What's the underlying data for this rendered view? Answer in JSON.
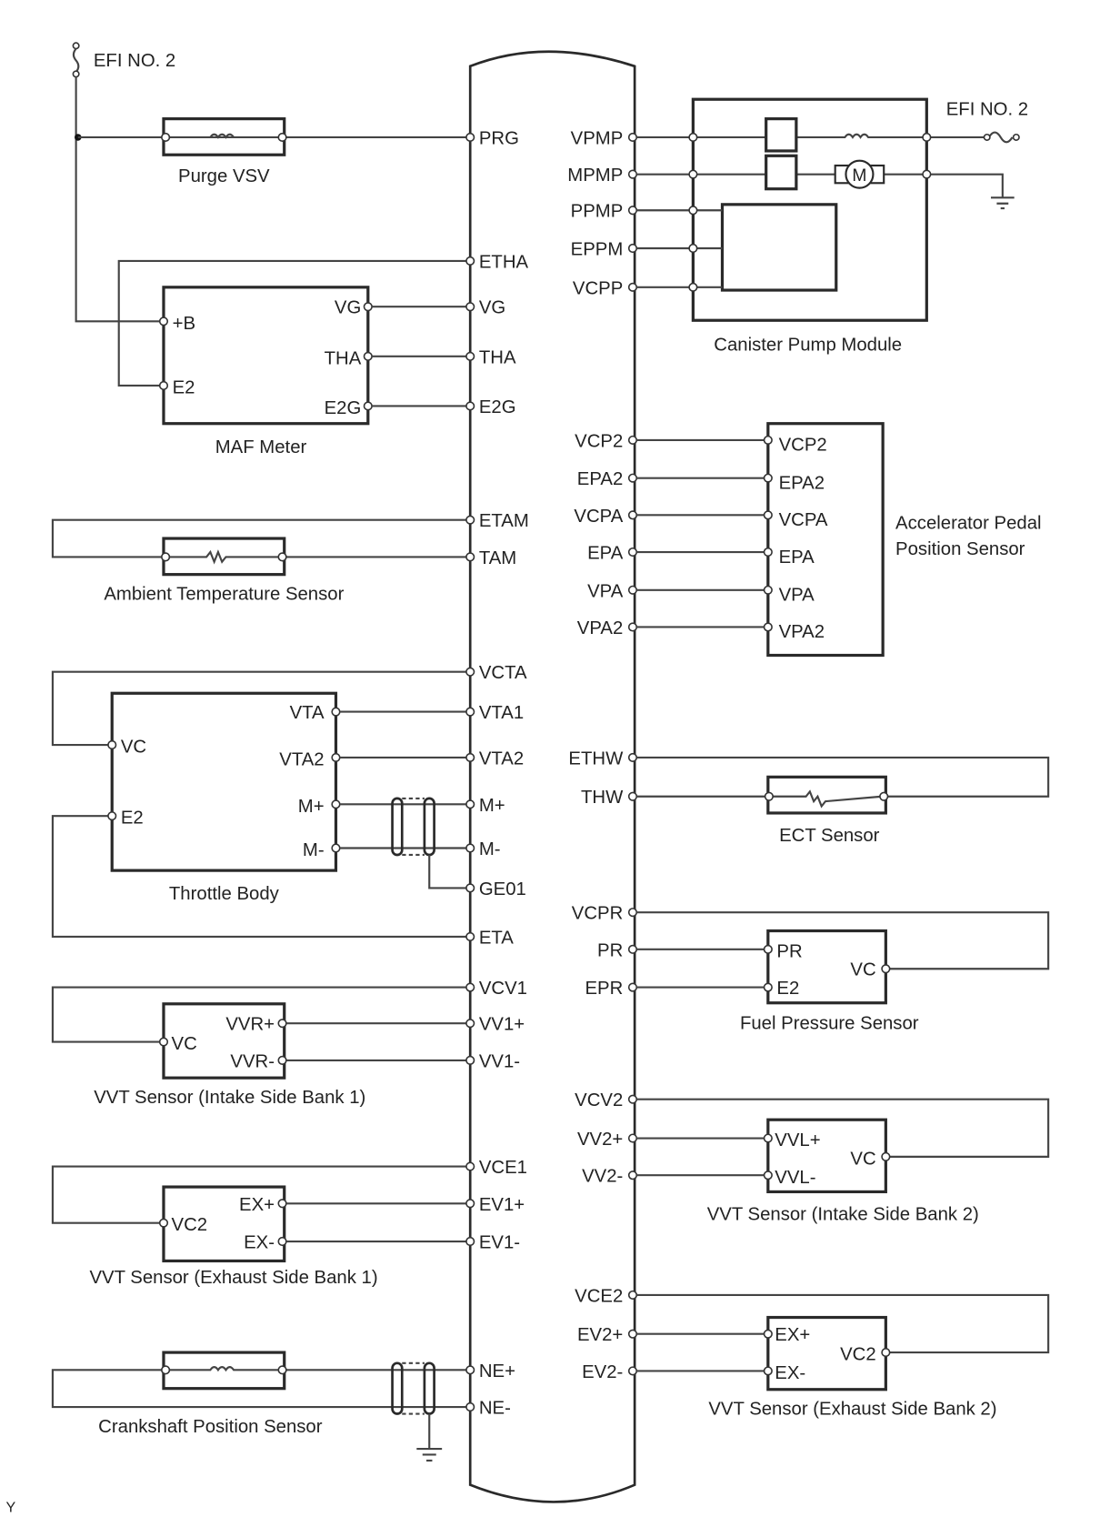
{
  "diagram": {
    "title_fuse_left": "EFI NO. 2",
    "title_fuse_right": "EFI NO. 2",
    "footer_code": "Y",
    "ecu_left_pins": [
      "PRG",
      "ETHA",
      "VG",
      "THA",
      "E2G",
      "ETAM",
      "TAM",
      "VCTA",
      "VTA1",
      "VTA2",
      "M+",
      "M-",
      "GE01",
      "ETA",
      "VCV1",
      "VV1+",
      "VV1-",
      "VCE1",
      "EV1+",
      "EV1-",
      "NE+",
      "NE-"
    ],
    "ecu_right_pins": [
      "VPMP",
      "MPMP",
      "PPMP",
      "EPPM",
      "VCPP",
      "VCP2",
      "EPA2",
      "VCPA",
      "EPA",
      "VPA",
      "VPA2",
      "ETHW",
      "THW",
      "VCPR",
      "PR",
      "EPR",
      "VCV2",
      "VV2+",
      "VV2-",
      "VCE2",
      "EV2+",
      "EV2-"
    ],
    "components": {
      "purge_vsv": {
        "name": "Purge VSV"
      },
      "maf_meter": {
        "name": "MAF Meter",
        "pins": [
          "+B",
          "E2",
          "VG",
          "THA",
          "E2G"
        ]
      },
      "ambient_temp": {
        "name": "Ambient Temperature Sensor"
      },
      "throttle_body": {
        "name": "Throttle Body",
        "pins": [
          "VC",
          "E2",
          "VTA",
          "VTA2",
          "M+",
          "M-"
        ]
      },
      "vvt_intake_b1": {
        "name": "VVT Sensor (Intake Side Bank 1)",
        "pins": [
          "VC",
          "VVR+",
          "VVR-"
        ]
      },
      "vvt_exhaust_b1": {
        "name": "VVT Sensor (Exhaust Side Bank 1)",
        "pins": [
          "VC2",
          "EX+",
          "EX-"
        ]
      },
      "crankshaft": {
        "name": "Crankshaft Position Sensor"
      },
      "canister_pump": {
        "name": "Canister Pump Module",
        "motor": "M"
      },
      "accel_pedal": {
        "name_line1": "Accelerator Pedal",
        "name_line2": "Position Sensor",
        "pins": [
          "VCP2",
          "EPA2",
          "VCPA",
          "EPA",
          "VPA",
          "VPA2"
        ]
      },
      "ect_sensor": {
        "name": "ECT Sensor"
      },
      "fuel_pressure": {
        "name": "Fuel Pressure Sensor",
        "pins": [
          "PR",
          "E2",
          "VC"
        ]
      },
      "vvt_intake_b2": {
        "name": "VVT Sensor (Intake Side Bank 2)",
        "pins": [
          "VVL+",
          "VVL-",
          "VC"
        ]
      },
      "vvt_exhaust_b2": {
        "name": "VVT Sensor (Exhaust Side Bank 2)",
        "pins": [
          "EX+",
          "EX-",
          "VC2"
        ]
      }
    }
  }
}
